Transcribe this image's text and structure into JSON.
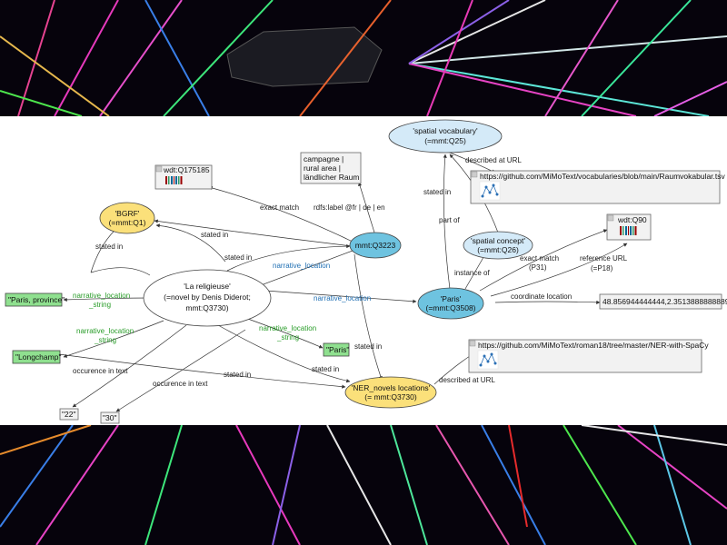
{
  "nodes": {
    "spatial_vocab": {
      "line1": "'spatial vocabulary'",
      "line2": "(=mmt:Q25)"
    },
    "bgrf": {
      "line1": "'BGRF'",
      "line2": "(=mmt:Q1)"
    },
    "mmt3223": {
      "line1": "mmt:Q3223"
    },
    "spatial_concept": {
      "line1": "'spatial concept'",
      "line2": "(=mmt:Q26)"
    },
    "paris": {
      "line1": "'Paris'",
      "line2": "(=mmt:Q3508)"
    },
    "religieuse": {
      "line1": "'La religieuse'",
      "line2": "(=novel by Denis Diderot;",
      "line3": "mmt:Q3730)"
    },
    "ner": {
      "line1": "'NER_novels locations'",
      "line2": "(= mmt:Q3730)"
    },
    "wdt175185": {
      "text": "wdt:Q175185"
    },
    "wdt90": {
      "text": "wdt:Q90"
    },
    "campagne": {
      "line1": "campagne |",
      "line2": "rural area |",
      "line3": "ländlicher Raum"
    },
    "url_vocab": {
      "text": "https://github.com/MiMoText/vocabularies/blob/main/Raumvokabular.tsv"
    },
    "url_ner": {
      "text": "https://github.com/MiMoText/roman18/tree/master/NER-with-SpaCy"
    },
    "coord": {
      "text": "48.856944444444,2.3513888888889"
    },
    "paris_province": {
      "text": "\"Paris, province\""
    },
    "longchamp": {
      "text": "\"Longchamp\""
    },
    "paris_str": {
      "text": "\"Paris\""
    },
    "n22": {
      "text": "\"22\""
    },
    "n30": {
      "text": "\"30\""
    }
  },
  "edges": {
    "described_at_url_1": "described at URL",
    "stated_in_1": "stated in",
    "part_of": "part of",
    "exact_match_1": "exact match",
    "rdfs_label": "rdfs:label @fr | de | en",
    "stated_in_bgrf": "stated in",
    "stated_in_bgrf2": "stated in",
    "stated_in_left": "stated in",
    "narrative_location_1": "narrative_location",
    "narrative_location_2": "narrative_location",
    "instance_of": "instance of",
    "exact_match_p31_1": "exact match",
    "exact_match_p31_2": "(P31)",
    "reference_url_1": "reference URL",
    "reference_url_2": "(=P18)",
    "coordinate_location": "coordinate location",
    "nls_1a": "narrative_location",
    "nls_1b": "_string",
    "nls_2a": "narrative_location",
    "nls_2b": "_string",
    "nls_3a": "narrative_location",
    "nls_3b": "_string",
    "stated_in_ner1": "stated in",
    "stated_in_ner2": "stated in",
    "stated_in_ner3": "stated in",
    "occ_text_1": "occurence in text",
    "occ_text_2": "occurence in text",
    "described_at_url_2": "described at URL"
  },
  "colors": {
    "blue_node": "#6ec3e0",
    "light_blue_node": "#d4eaf8",
    "yellow_node": "#fbe07a",
    "green_box": "#8fe08f",
    "blue_label": "#1f6fb3",
    "green_label": "#2a9d2a"
  }
}
